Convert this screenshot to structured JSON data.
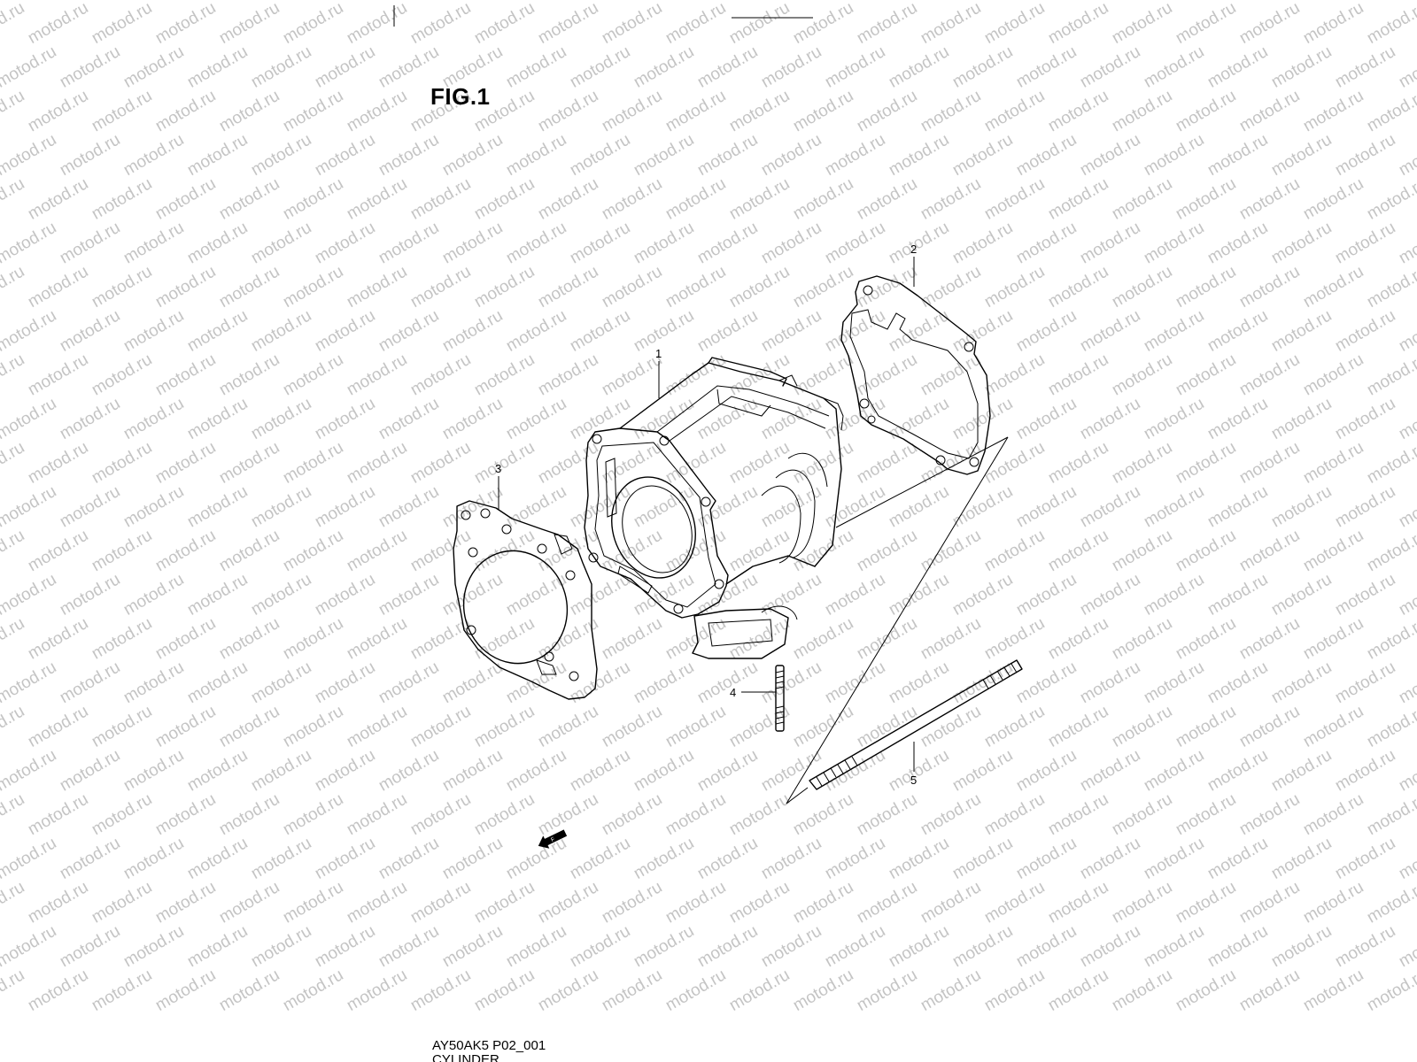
{
  "figure": {
    "title": "FIG.1",
    "watermark_text": "motod.ru",
    "footer": {
      "code": "AY50AK5 P02_001",
      "caption": "CYLINDER"
    },
    "callouts": [
      {
        "id": "1",
        "part": "cylinder"
      },
      {
        "id": "2",
        "part": "cylinder-base-gasket"
      },
      {
        "id": "3",
        "part": "cylinder-head-gasket"
      },
      {
        "id": "4",
        "part": "stud-short"
      },
      {
        "id": "5",
        "part": "stud-long"
      }
    ],
    "colors": {
      "line": "#000000",
      "watermark": "#c4c4c4",
      "background": "#ffffff"
    },
    "icons": {
      "front_arrow": "front-direction-arrow-icon"
    }
  }
}
